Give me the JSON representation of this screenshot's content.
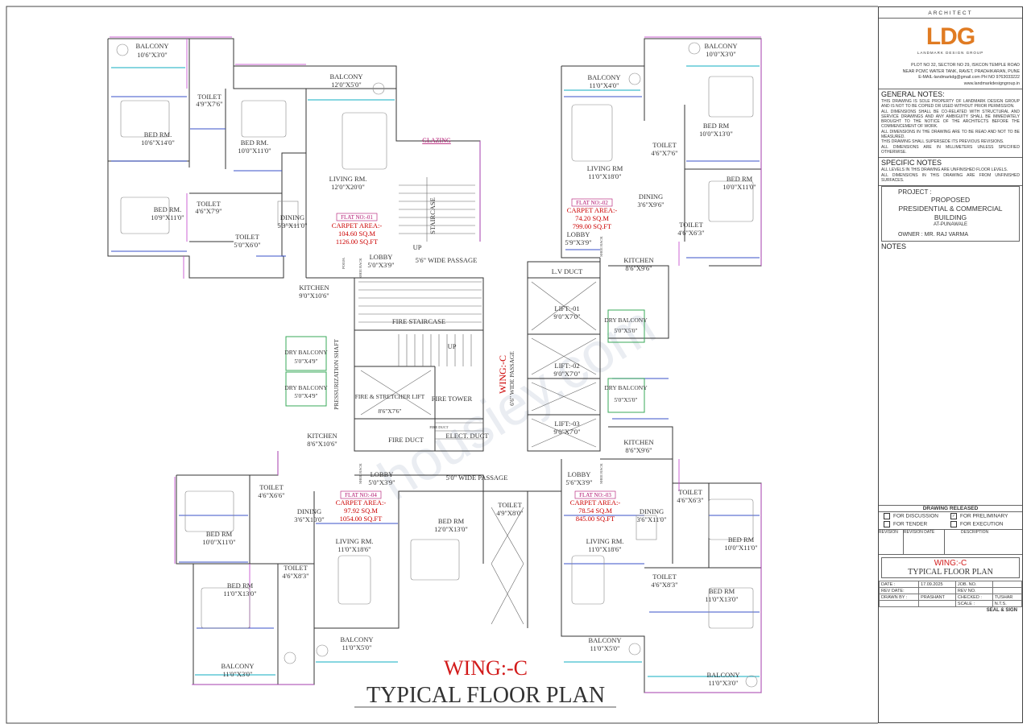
{
  "plan": {
    "wing_title": "WING:-C",
    "plan_title": "TYPICAL FLOOR PLAN",
    "center_wing": "WING:-C",
    "watermark": "housiey.com",
    "flats": [
      {
        "no": "FLAT NO:-01",
        "carpet": "CARPET AREA:-",
        "sqm": "104.60 SQ.M",
        "sqft": "1126.00 SQ.FT"
      },
      {
        "no": "FLAT NO:-02",
        "carpet": "CARPET AREA:-",
        "sqm": "74.20 SQ.M",
        "sqft": "799.00 SQ.FT"
      },
      {
        "no": "FLAT NO:-03",
        "carpet": "CARPET AREA:-",
        "sqm": "78.54 SQ.M",
        "sqft": "845.00 SQ.FT"
      },
      {
        "no": "FLAT NO:-04",
        "carpet": "CARPET AREA:-",
        "sqm": "97.92 SQ.M",
        "sqft": "1054.00 SQ.FT"
      }
    ],
    "rooms": [
      {
        "name": "BALCONY",
        "size": "10'6\"X3'0\""
      },
      {
        "name": "BALCONY",
        "size": "12'0\"X5'0\""
      },
      {
        "name": "TOILET",
        "size": "4'9\"X7'6\""
      },
      {
        "name": "BED RM.",
        "size": "10'6\"X14'0\""
      },
      {
        "name": "BED RM.",
        "size": "10'0\"X11'0\""
      },
      {
        "name": "LIVING RM.",
        "size": "12'0\"X20'0\""
      },
      {
        "name": "TOILET",
        "size": "4'6\"X7'9\""
      },
      {
        "name": "BED RM.",
        "size": "10'9\"X11'0\""
      },
      {
        "name": "DINING",
        "size": "5'3\"X11'0\""
      },
      {
        "name": "TOILET",
        "size": "5'0\"X6'0\""
      },
      {
        "name": "LOBBY",
        "size": "5'0\"X3'9\""
      },
      {
        "name": "KITCHEN",
        "size": "9'0\"X10'6\""
      },
      {
        "name": "DRY BALCONY",
        "size": "5'0\"X4'9\""
      },
      {
        "name": "DRY BALCONY",
        "size": "5'0\"X4'9\""
      },
      {
        "name": "KITCHEN",
        "size": "8'6\"X10'6\""
      },
      {
        "name": "BALCONY",
        "size": "10'0\"X3'0\""
      },
      {
        "name": "BALCONY",
        "size": "11'0\"X4'0\""
      },
      {
        "name": "BED RM",
        "size": "10'0\"X13'0\""
      },
      {
        "name": "TOILET",
        "size": "4'6\"X7'6\""
      },
      {
        "name": "LIVING RM",
        "size": "11'0\"X18'0\""
      },
      {
        "name": "BED RM",
        "size": "10'0\"X11'0\""
      },
      {
        "name": "DINING",
        "size": "3'6\"X9'6\""
      },
      {
        "name": "TOILET",
        "size": "4'6\"X6'3\""
      },
      {
        "name": "LOBBY",
        "size": "5'9\"X3'9\""
      },
      {
        "name": "KITCHEN",
        "size": "8'6\"X9'6\""
      },
      {
        "name": "DRY BALCONY",
        "size": "5'0\"X5'0\""
      },
      {
        "name": "DRY BALCONY",
        "size": "5'0\"X5'0\""
      },
      {
        "name": "KITCHEN",
        "size": "8'6\"X9'6\""
      },
      {
        "name": "LIFT:-01",
        "size": "9'0\"X7'0\""
      },
      {
        "name": "LIFT:-02",
        "size": "9'0\"X7'0\""
      },
      {
        "name": "LIFT:-03",
        "size": "9'0\"X7'0\""
      },
      {
        "name": "FIRE & STRETCHER LIFT",
        "size": "8'6\"X7'6\""
      },
      {
        "name": "TOILET",
        "size": "4'6\"X6'6\""
      },
      {
        "name": "DINING",
        "size": "3'6\"X10'0\""
      },
      {
        "name": "BED RM",
        "size": "10'0\"X11'0\""
      },
      {
        "name": "LOBBY",
        "size": "5'0\"X3'9\""
      },
      {
        "name": "LIVING RM.",
        "size": "11'0\"X18'6\""
      },
      {
        "name": "BED RM",
        "size": "12'0\"X13'0\""
      },
      {
        "name": "TOILET",
        "size": "4'9\"X8'0\""
      },
      {
        "name": "TOILET",
        "size": "4'6\"X8'3\""
      },
      {
        "name": "BED RM",
        "size": "11'0\"X13'0\""
      },
      {
        "name": "BALCONY",
        "size": "11'0\"X5'0\""
      },
      {
        "name": "BALCONY",
        "size": "11'0\"X3'0\""
      },
      {
        "name": "LOBBY",
        "size": "5'6\"X3'9\""
      },
      {
        "name": "LIVING RM.",
        "size": "11'0\"X18'6\""
      },
      {
        "name": "DINING",
        "size": "3'6\"X11'0\""
      },
      {
        "name": "TOILET",
        "size": "4'6\"X6'3\""
      },
      {
        "name": "BED RM",
        "size": "10'0\"X11'0\""
      },
      {
        "name": "TOILET",
        "size": "4'6\"X8'3\""
      },
      {
        "name": "BED RM",
        "size": "11'0\"X13'0\""
      },
      {
        "name": "BALCONY",
        "size": "11'0\"X5'0\""
      },
      {
        "name": "BALCONY",
        "size": "11'0\"X3'0\""
      }
    ],
    "labels": {
      "glazing": "GLAZING",
      "staircase": "STAIRCASE",
      "up1": "UP",
      "passage1": "5'6\" WIDE PASSAGE",
      "lv_duct": "L.V DUCT",
      "fire_staircase": "FIRE STAIRCASE",
      "up2": "UP",
      "fire_tower": "FIRE TOWER",
      "fire_duct": "FIRE DUCT",
      "fire_duct_small": "FIRE DUCT",
      "elect_duct": "ELECT. DUCT",
      "passage2": "5'0\" WIDE PASSAGE",
      "passage3": "6'6\" WIDE PASSAGE",
      "pressurization": "PRESSURIZATION SHAFT",
      "pooja": "POOJA",
      "shoe_rack": "SHOE RACK"
    }
  },
  "title_block": {
    "architect": "ARCHITECT",
    "logo": "LDG",
    "logo_sub": "LANDMARK DESIGN GROUP",
    "address": [
      "PLOT NO 32, SECTOR NO 29, ISKCON TEMPLE ROAD",
      "NEAR PCMC WATER TANK, RAVET, PRADHIKARAN, PUNE",
      "E-MAIL-landmarkdg@gmail.com     PH NO 9763033222",
      "www.landmarkdesigngroup.in"
    ],
    "general_notes_title": "GENERAL NOTES:",
    "general_notes": [
      "THIS DRAWING IS SOLE PROPERTY OF LANDMARK DESIGN GROUP AND IS NOT TO BE COPIED OR USED WITHOUT PRIOR PERMISSION.",
      "ALL DIMENSIONS SHALL BE CO-RELATED WITH STRUCTURAL AND SERVICE DRAWINGS AND ANY AMBIGUITY SHALL BE IMMEDIATELY BROUGHT TO THE NOTICE OF THE ARCHITECTS BEFORE THE COMMENCEMENT OF WORK.",
      "ALL DIMENSIONS IN THE DRAWING ARE TO BE READ AND NOT TO BE MEASURED.",
      "THIS DRAWING SHALL SUPERSEDE ITS PREVIOUS REVISIONS.",
      "ALL DIMENSIONS ARE IN MILLIMETERS UNLESS SPECIFIED OTHERWISE."
    ],
    "specific_notes_title": "SPECIFIC NOTES",
    "specific_notes": [
      "ALL LEVELS IN THIS DRAWING ARE UNFINISHED FLOOR LEVELS.",
      "ALL DIMENSIONS IN THIS DRAWING ARE FROM UNFINISHED SURFACES."
    ],
    "project_label": "PROJECT :",
    "project_lines": [
      "PROPOSED",
      "PRESIDENTIAL & COMMERCIAL",
      "BUILDING"
    ],
    "location": "AT-PUNAWALE",
    "owner": "OWNER :  MR. RAJ VARMA",
    "notes_title": "NOTES",
    "drawing_released": "DRAWING RELEASED",
    "release_options": [
      {
        "label": "FOR DISCUSSION",
        "checked": false
      },
      {
        "label": "FOR PRELIMINARY",
        "checked": true
      },
      {
        "label": "FOR TENDER",
        "checked": false
      },
      {
        "label": "FOR EXECUTION",
        "checked": false
      }
    ],
    "revision_headers": [
      "REVISION",
      "REVISION DATE",
      "DESCRIPTION"
    ],
    "sheet_wing": "WING:-C",
    "sheet_title": "TYPICAL FLOOR PLAN",
    "meta": {
      "date_label": "DATE :",
      "date": "17.09.2025",
      "job_label": "JOB. NO.",
      "job": "",
      "revdate_label": "REV DATE:",
      "revdate": "",
      "revno_label": "REV NO.",
      "revno": "",
      "drawn_label": "DRAWN BY :",
      "drawn": "PRASHANT",
      "checked_label": "CHECKED :",
      "checked": "TUSHAR",
      "scale_label": "SCALE :",
      "scale": "N.T.S."
    },
    "seal": "SEAL & SIGN"
  }
}
